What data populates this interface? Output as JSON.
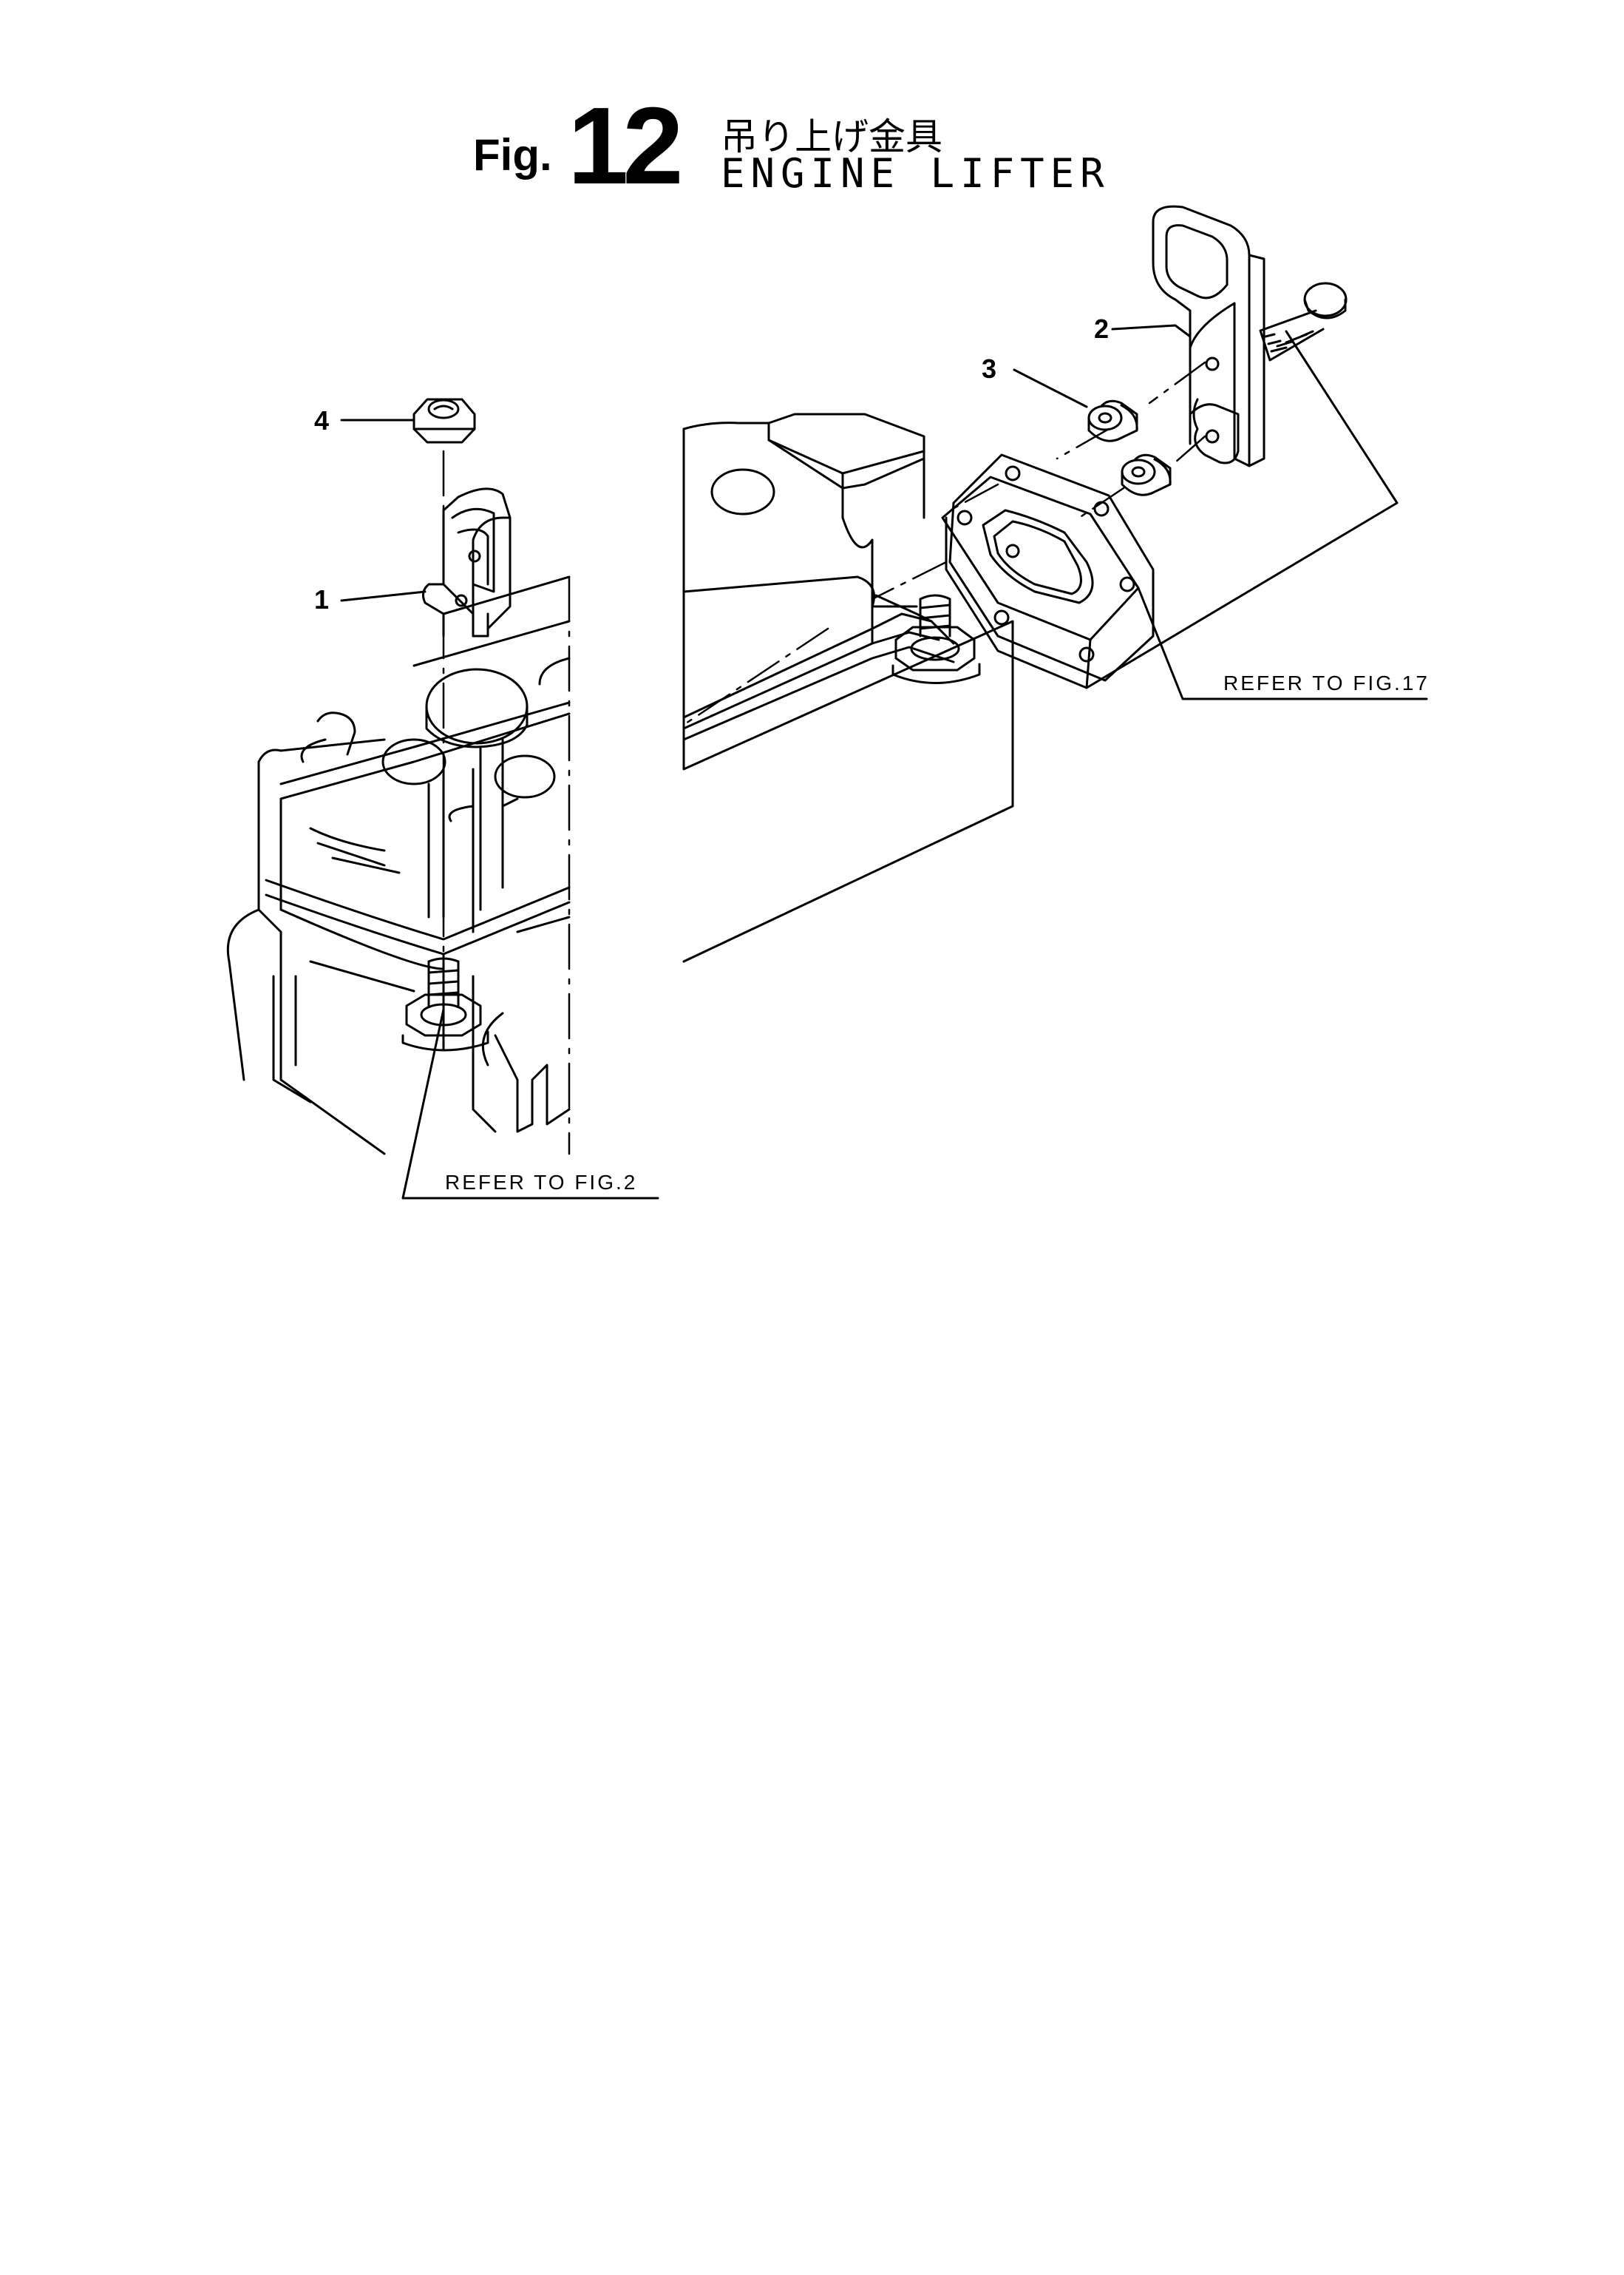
{
  "title": {
    "fig_word": "Fig.",
    "fig_number": "12",
    "name_jp": "吊り上げ金具",
    "name_en": "ENGINE LIFTER"
  },
  "callouts": [
    "1",
    "2",
    "3",
    "4"
  ],
  "references": {
    "fig17": "REFER TO FIG.17",
    "fig2": "REFER TO FIG.2"
  }
}
